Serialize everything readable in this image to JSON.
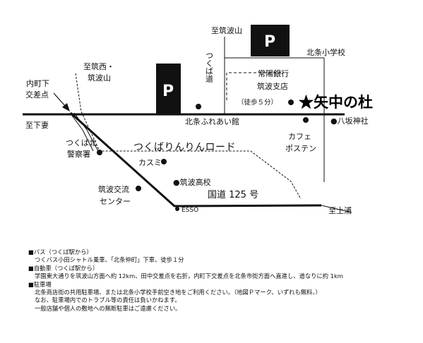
{
  "map": {
    "labels": {
      "to_tsukuba_san_top": "至筑波山",
      "tsukuba_road": "つくば道",
      "hojo_elementary": "北条小学校",
      "joyo_bank": "常陽銀行筑波支店",
      "walk": "（徒歩５分）",
      "title": "★矢中の杜",
      "to_tsukusai_1": "至筑西・",
      "to_tsukusai_2": "筑波山",
      "uchimachishita_1": "内町下",
      "uchimachishita_2": "交差点",
      "to_shimotsuma": "至下妻",
      "hojo_fureai": "北条ふれあい館",
      "hassaka_shrine": "●八坂神社",
      "cafe_1": "カフェ",
      "cafe_2": "ポステン",
      "police_1": "つくば北",
      "police_2": "警察署",
      "rinrin_road": "つくばりんりんロード",
      "kasumi": "カスミ",
      "tsukuba_hs": "●筑波高校",
      "exchange_1": "筑波交流",
      "exchange_2": "センター",
      "route125": "国道 125 号",
      "esso": "ESSO",
      "to_tsuchiura": "至土浦",
      "parking_mark": "P"
    }
  },
  "info": {
    "bus_heading": "バス（つくば駅から）",
    "bus_text": "つくバス小田シャトル乗車、「北条仲町」下車、徒歩１分",
    "car_heading": "自動車（つくば駅から）",
    "car_text": "学園東大通りを筑波山方面へ約 12km、田中交差点を右折，内町下交差点を北条市街方面へ直進し、道なりに約 1km",
    "parking_heading": "駐車場",
    "parking_text_1": "北条商店街の共用駐車場、または北条小学校手前空き地をご利用ください。（地図Ｐマーク、いずれも無料。）",
    "parking_text_2": "なお、駐車場内でのトラブル等の責任は負いかねます。",
    "parking_text_3": "一般店舗や個人の敷地への無断駐車はご遠慮ください。"
  }
}
